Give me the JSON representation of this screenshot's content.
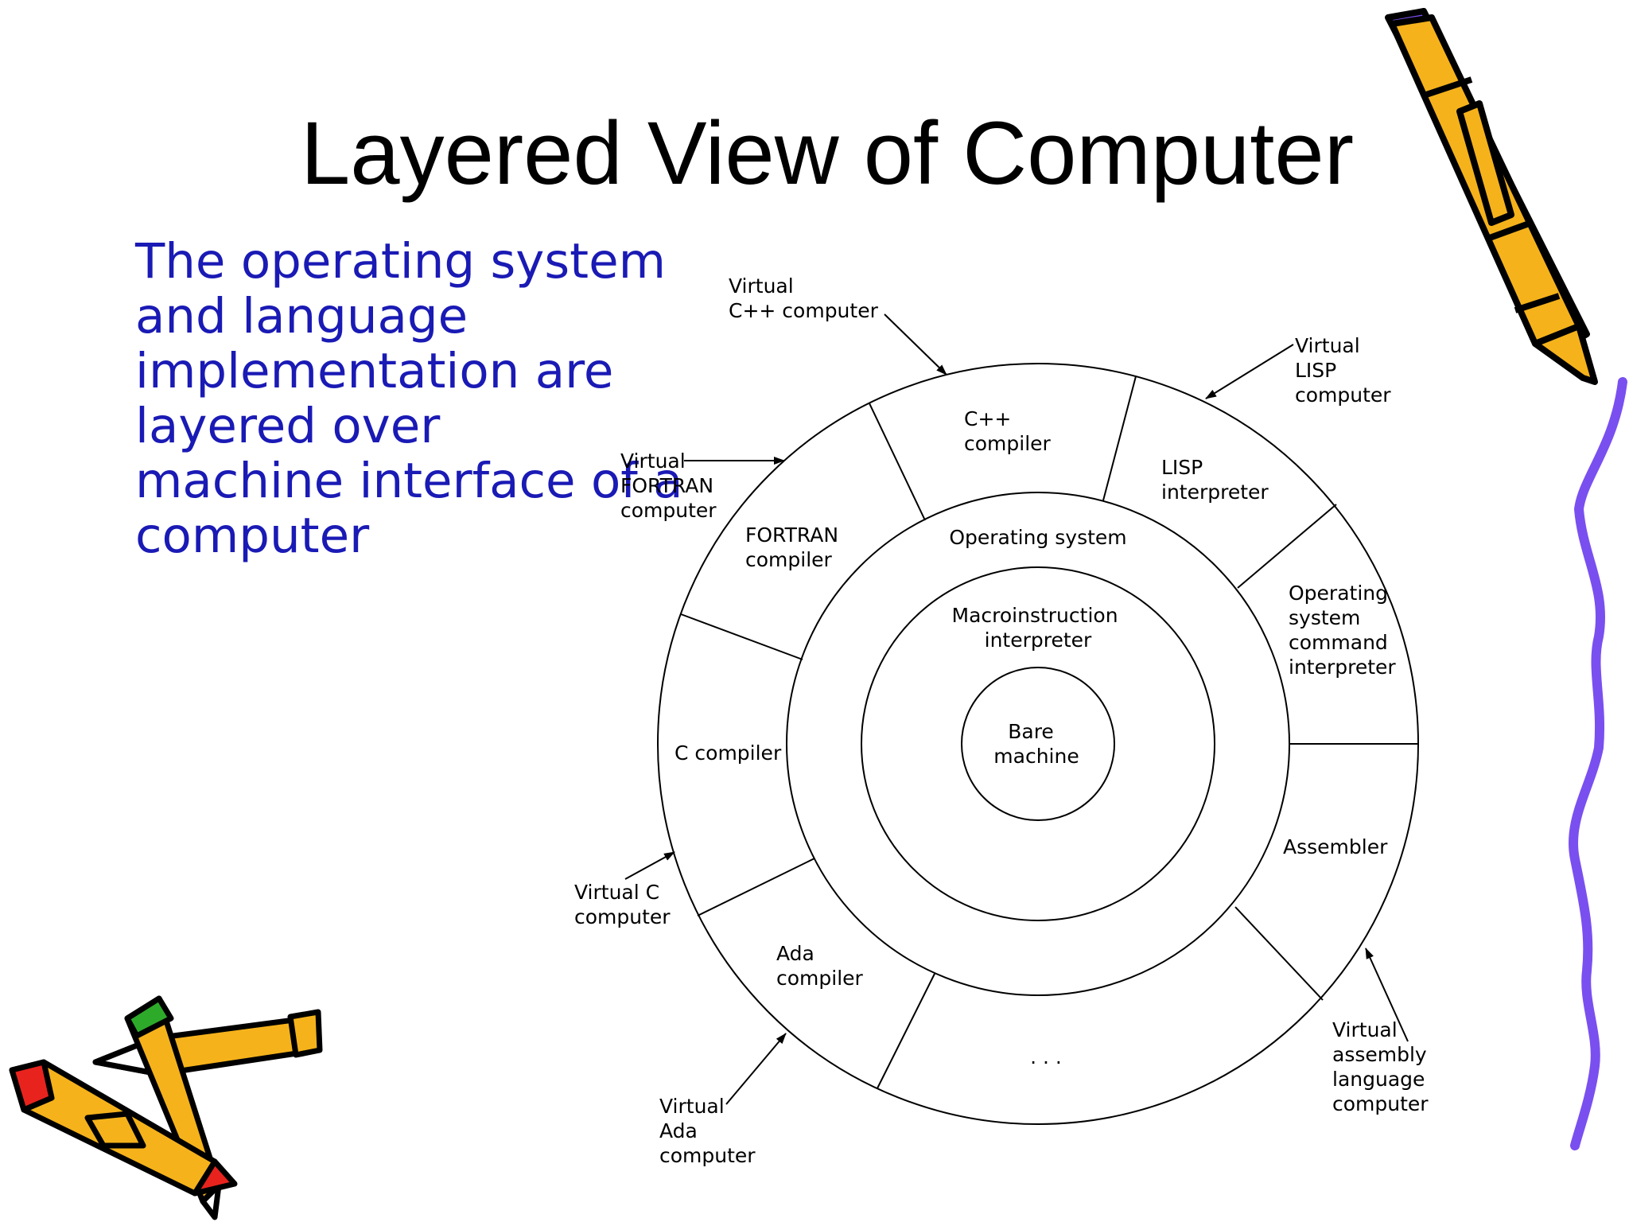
{
  "slide": {
    "title": "Layered View of Computer",
    "bullet_lines": [
      "The operating system",
      "and language",
      "implementation are",
      "layered over",
      "machine interface of a",
      "computer"
    ]
  },
  "diagram": {
    "core": [
      "Bare",
      "machine"
    ],
    "ring2": [
      "Macroinstruction",
      "interpreter"
    ],
    "ring3": "Operating system",
    "sectors": {
      "cpp": [
        "C++",
        "compiler"
      ],
      "lisp": [
        "LISP",
        "interpreter"
      ],
      "os_cmd": [
        "Operating",
        "system",
        "command",
        "interpreter"
      ],
      "assembler": "Assembler",
      "dots": ". . .",
      "ada": [
        "Ada",
        "compiler"
      ],
      "c": "C compiler",
      "fortran": [
        "FORTRAN",
        "compiler"
      ]
    },
    "callouts": {
      "virtual_cpp": [
        "Virtual",
        "C++ computer"
      ],
      "virtual_lisp": [
        "Virtual",
        "LISP",
        "computer"
      ],
      "virtual_fortran": [
        "Virtual",
        "FORTRAN",
        "computer"
      ],
      "virtual_c": [
        "Virtual C",
        "computer"
      ],
      "virtual_ada": [
        "Virtual",
        "Ada",
        "computer"
      ],
      "virtual_assembly": [
        "Virtual",
        "assembly",
        "language",
        "computer"
      ]
    }
  },
  "colors": {
    "title": "#000000",
    "bullet_text": "#1a1ab5",
    "pencil_yellow": "#f5b21b",
    "pencil_purple": "#7a4ff0",
    "pencil_red": "#e8231e",
    "pencil_green": "#2eaa2a"
  },
  "decorations": [
    "pencil-icon",
    "crossed-pencils-icon",
    "purple-squiggle-line"
  ]
}
